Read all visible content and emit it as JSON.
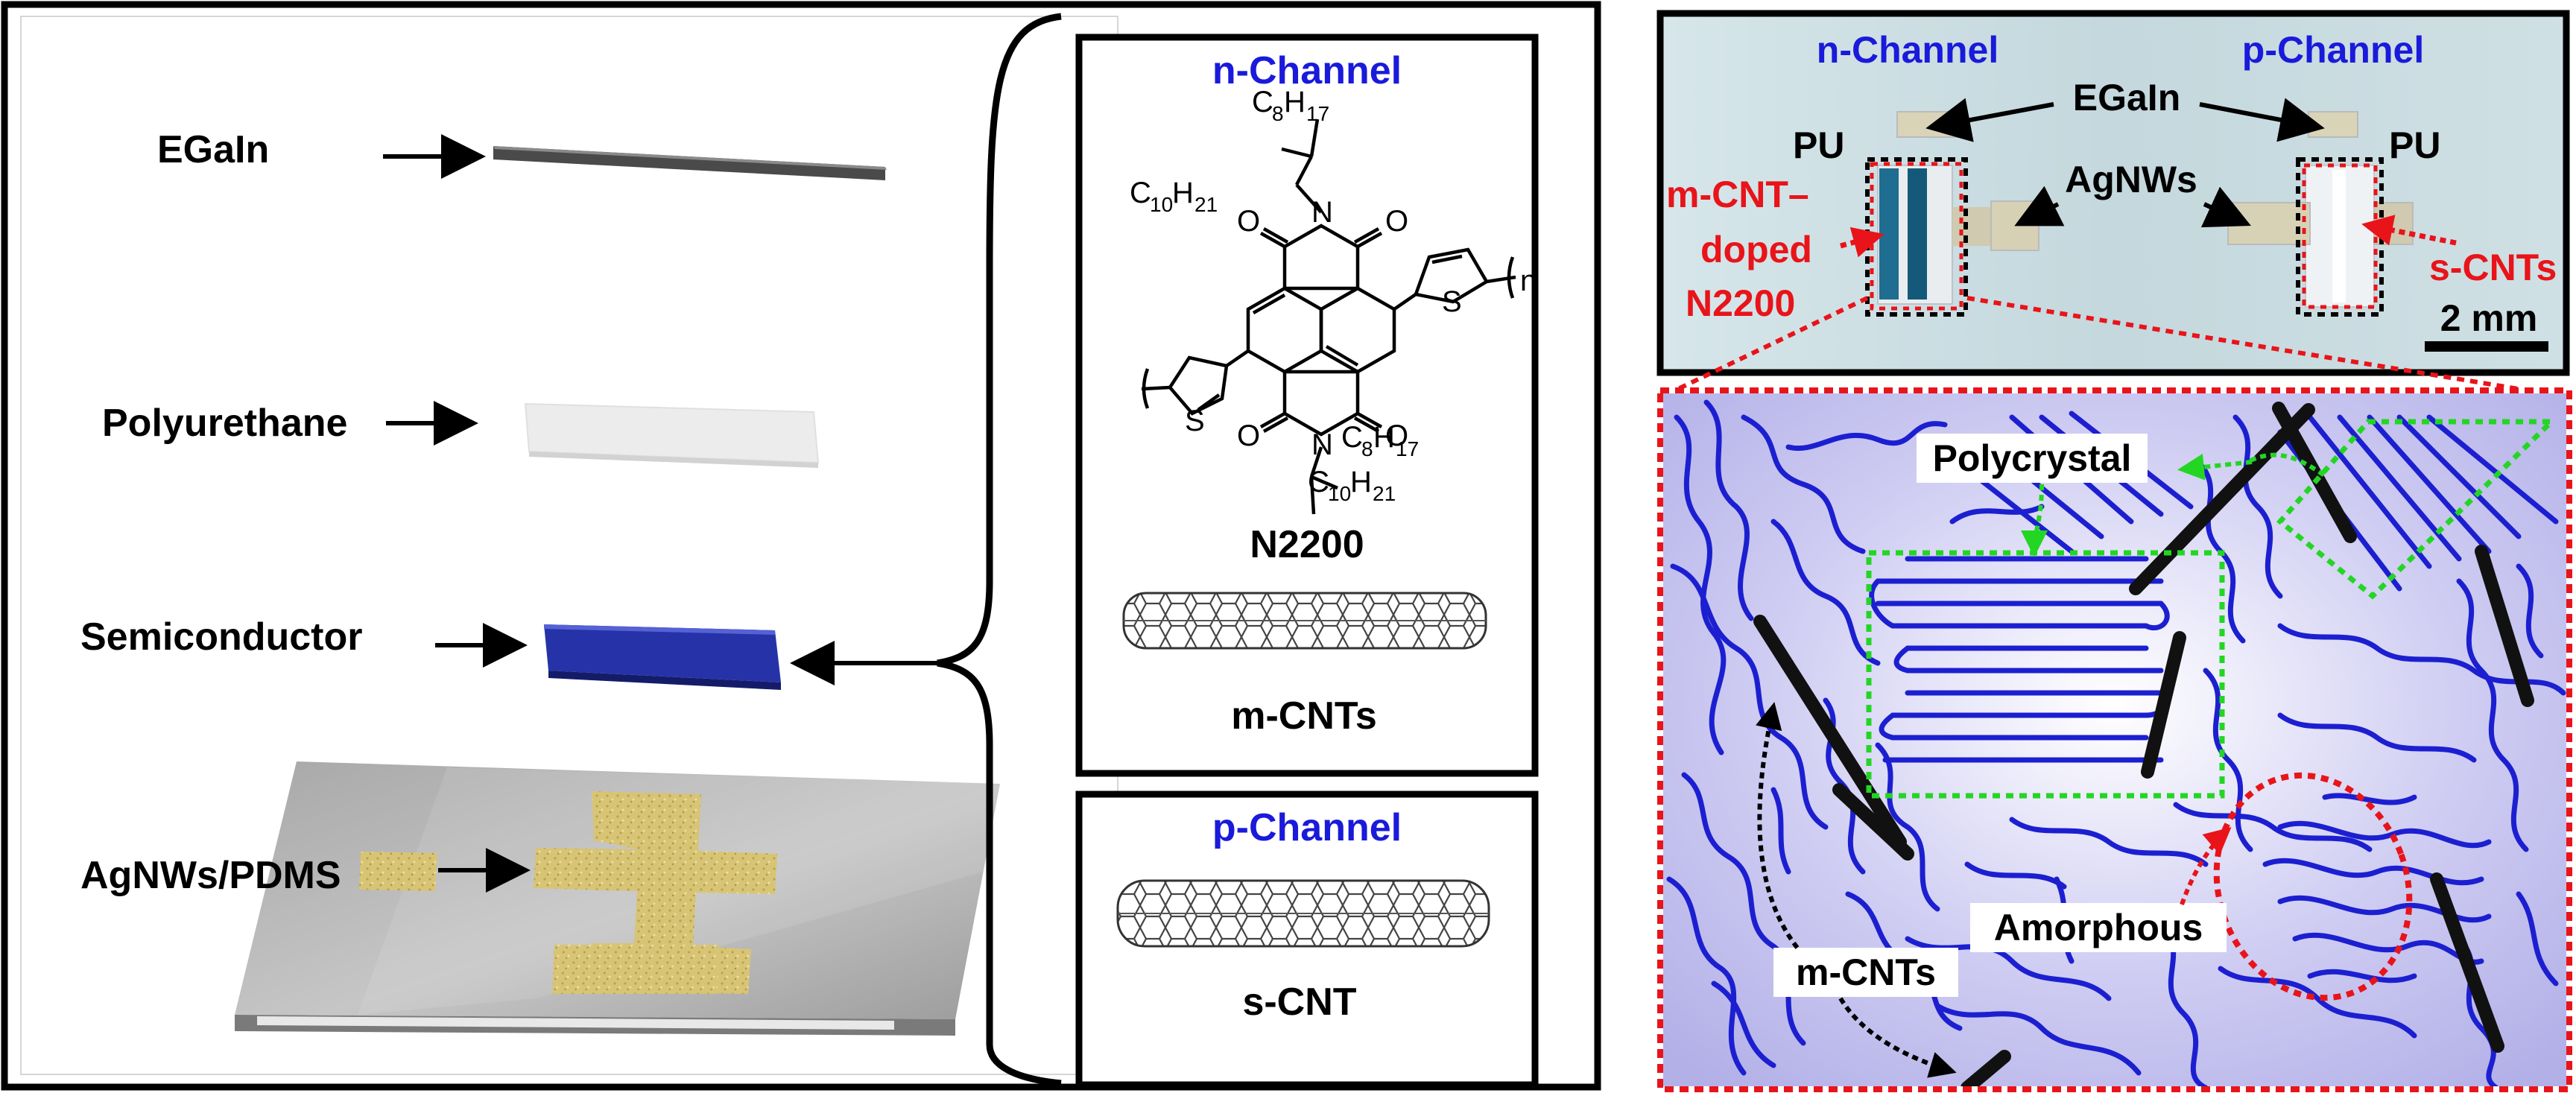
{
  "layers": {
    "egain": "EGaIn",
    "polyurethane": "Polyurethane",
    "semiconductor": "Semiconductor",
    "agnws_pdms": "AgNWs/PDMS"
  },
  "n_channel_box": {
    "title": "n-Channel",
    "molecule": "N2200",
    "tube": "m-CNTs"
  },
  "p_channel_box": {
    "title": "p-Channel",
    "tube": "s-CNT"
  },
  "photo": {
    "n_channel": "n-Channel",
    "p_channel": "p-Channel",
    "egain": "EGaIn",
    "pu_left": "PU",
    "pu_right": "PU",
    "agnws": "AgNWs",
    "doped_line1": "m-CNT–",
    "doped_line2": "doped",
    "doped_line3": "N2200",
    "s_cnts": "s-CNTs",
    "scale": "2 mm"
  },
  "schematic": {
    "polycrystal": "Polycrystal",
    "amorphous": "Amorphous",
    "m_cnts": "m-CNTs"
  },
  "colors": {
    "channel_blue": "#1a1adb",
    "annotation_red": "#e8141a",
    "annotation_green": "#23d623",
    "chain_blue": "#1c1fd0",
    "semiconductor_blue": "#1e2a9c",
    "electrode_gold": "#d9c472"
  }
}
